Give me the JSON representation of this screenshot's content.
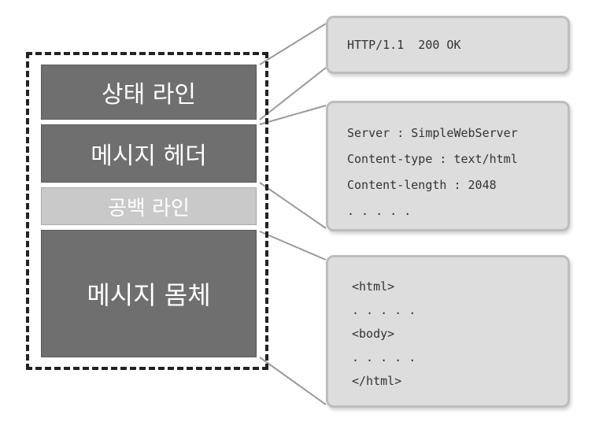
{
  "blocks": {
    "status_line": "상태 라인",
    "message_header": "메시지 헤더",
    "blank_line": "공백 라인",
    "message_body": "메시지 몸체"
  },
  "status_box": {
    "text": "HTTP/1.1  200 OK"
  },
  "header_box": {
    "lines": [
      "Server : SimpleWebServer",
      "Content-type : text/html",
      "Content-length : 2048",
      ". . . . ."
    ]
  },
  "body_box": {
    "lines": [
      "<html>",
      ". . . . .",
      "<body>",
      ". . . . .",
      "</html>"
    ]
  },
  "colors": {
    "dark_block": "#6f6f6f",
    "light_block": "#c9c9c9",
    "callout_fill": "#dddddd",
    "callout_border": "#bdbdbd"
  }
}
